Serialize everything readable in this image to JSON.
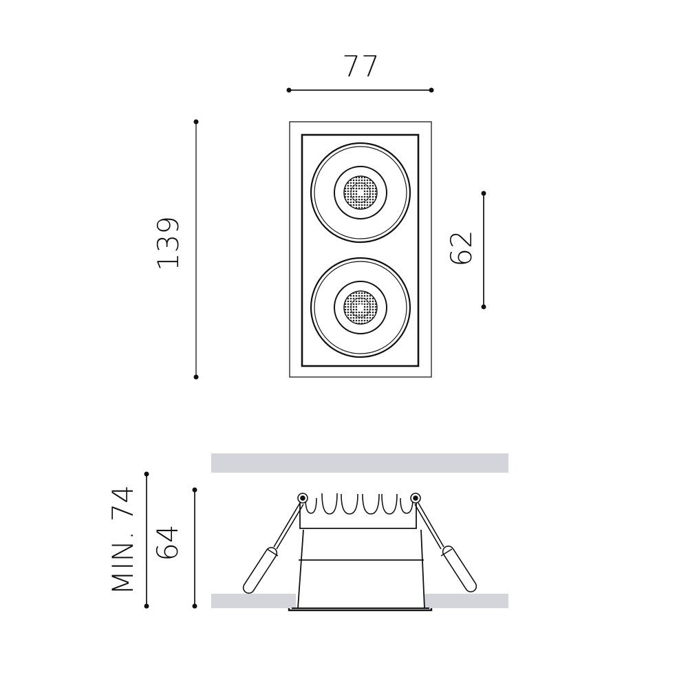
{
  "title": "Recessed twin downlight dimension drawing",
  "units": "mm",
  "colors": {
    "line": "#111111",
    "dimension_line": "#333333",
    "ceiling_fill": "#d4d5da",
    "background": "#ffffff"
  },
  "front_view": {
    "width_label": "77",
    "height_label": "139",
    "lamp_spacing_label": "62",
    "lamp_count": 2
  },
  "side_view": {
    "min_cutout_depth_label": "MIN. 74",
    "body_height_label": "64",
    "ceiling": "ceiling-panel",
    "springs": [
      "left-spring-clip",
      "right-spring-clip"
    ]
  }
}
